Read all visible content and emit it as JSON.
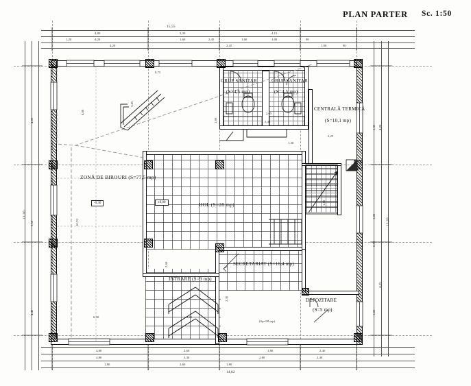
{
  "sheet": {
    "title": "PLAN PARTER",
    "scale": "Sc. 1:50",
    "drawing_type": "architectural-floor-plan",
    "language": "ro"
  },
  "rooms": [
    {
      "id": "zona-birouri",
      "name": "ZONĂ DE BIROURI",
      "area": "(S=77,5 mp)",
      "label": "ZONĂ DE BIROURI (S=77,5 mp)"
    },
    {
      "id": "hol",
      "name": "HOL",
      "area": "(S=28 mp)",
      "label": "HOL  (S=28 mp)"
    },
    {
      "id": "grup-sanitar-1",
      "name": "GRUP SANITAR",
      "area": "(S=4,5 mp)",
      "label": "GRUP SANITAR"
    },
    {
      "id": "grup-sanitar-2",
      "name": "GRUP SANITAR",
      "area": "(S=4,5 mp)",
      "label": "GRUP SANITAR"
    },
    {
      "id": "centrala-termica",
      "name": "CENTRALĂ TERMICĂ",
      "area": "(S=10,1 mp)",
      "label": "CENTRALĂ TERMICĂ"
    },
    {
      "id": "secretariat",
      "name": "SECRETARIAT",
      "area": "(S=16,4 mp)",
      "label": "SECRETARIAT  (S=16,4 mp)"
    },
    {
      "id": "intrare",
      "name": "INTRARE",
      "area": "(S=9 mp)",
      "label": "INTRARE  (S=9 mp)"
    },
    {
      "id": "depozitare",
      "name": "DEPOZITARE",
      "area": "(S=5 mp)",
      "label": "DEPOZITARE"
    }
  ],
  "levels": [
    {
      "id": "birouri-level",
      "value": "-0,30"
    },
    {
      "id": "hol-level",
      "value": "±0,00"
    }
  ],
  "dimensions": {
    "overall_top": "15,55",
    "overall_bottom": "14,82",
    "overall_right": "13,30",
    "overall_left": "13,30",
    "top_chain_1": [
      "4,80",
      "3,30",
      "4,15"
    ],
    "top_chain_2": [
      "1,20",
      "4,20",
      "1,60",
      "2,45",
      "1,60",
      "1,00",
      "90"
    ],
    "bottom_chain_1": [
      "4,80",
      "2,60",
      "1,80"
    ],
    "bottom_chain_2": [
      "4,80",
      "3,30",
      "2,80",
      "2,40"
    ],
    "bottom_chain_3": [
      "1,80",
      "2,60",
      "1,80",
      "2,80",
      "2,30",
      "2,40"
    ],
    "right_chain_1": [
      "4,80",
      "4,55"
    ],
    "right_chain_2": [
      "1,35",
      "1,80",
      "0,90",
      "1,80"
    ],
    "left_chain_1": [
      "4,80",
      "3,50",
      "4,40"
    ],
    "interior_notes": [
      "8,75",
      "2,05",
      "3,45",
      "10,70",
      "4,80",
      "3,85",
      "1,60",
      "2,25",
      "1,30",
      "6,30",
      "2,60",
      "(Sp=90 mp)"
    ]
  },
  "elements": [
    {
      "id": "stair-main",
      "name": "staircase"
    },
    {
      "id": "entrance-steps",
      "name": "entrance-steps"
    },
    {
      "id": "wc-fixtures",
      "name": "sanitary-fixtures"
    },
    {
      "id": "terrace-outline",
      "name": "terrace-dashed-outline"
    }
  ]
}
